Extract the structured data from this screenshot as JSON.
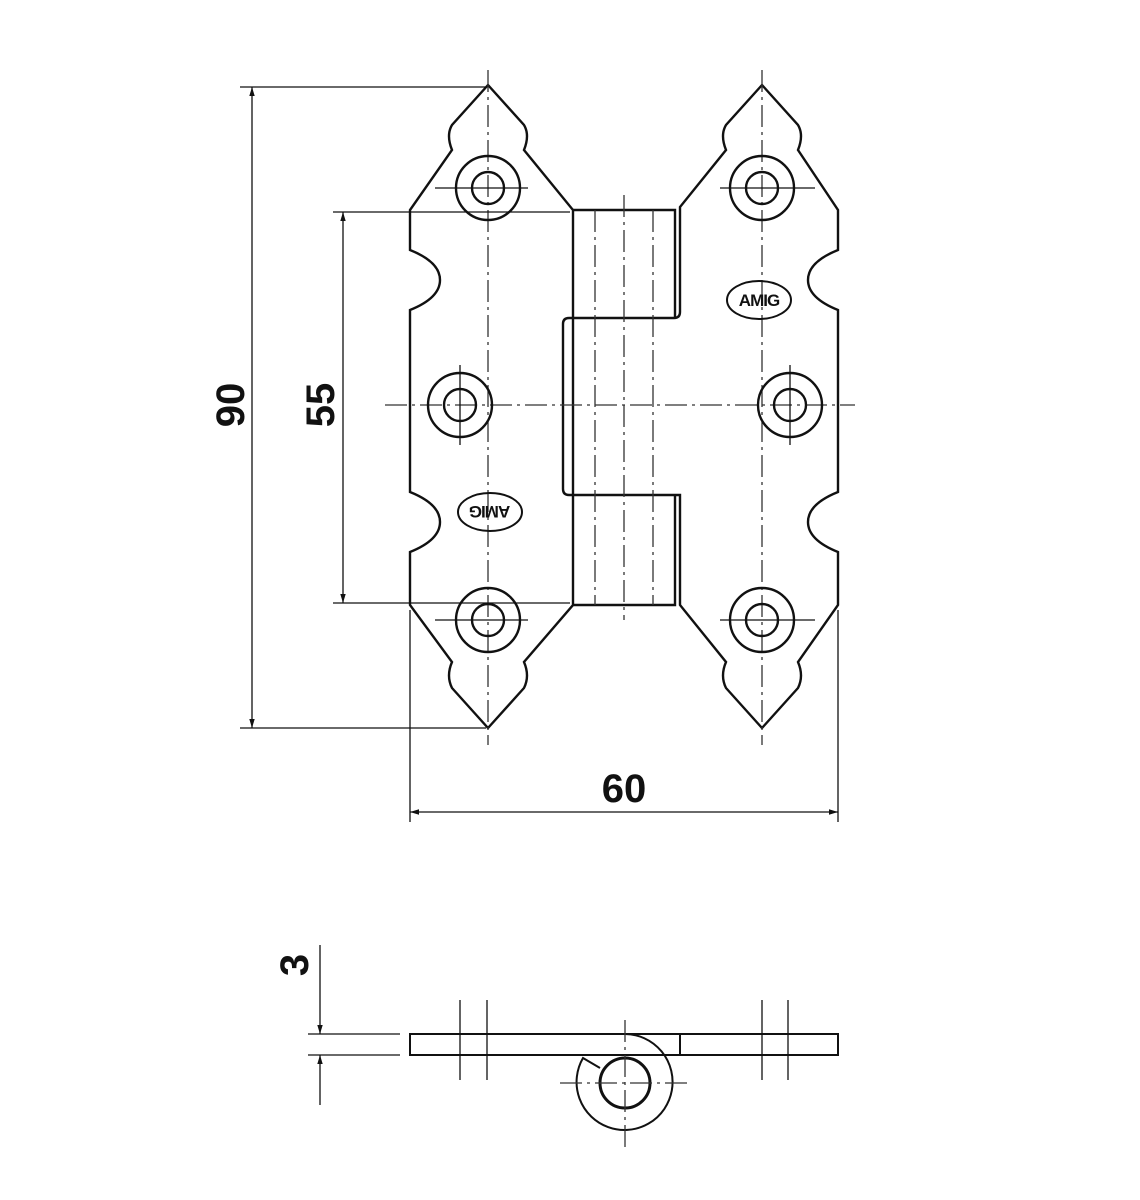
{
  "dimensions": {
    "height_total": "90",
    "hole_spacing": "55",
    "width_total": "60",
    "thickness": "3"
  },
  "logo": {
    "text": "AMIG"
  },
  "colors": {
    "line": "#111111",
    "background": "#ffffff"
  }
}
